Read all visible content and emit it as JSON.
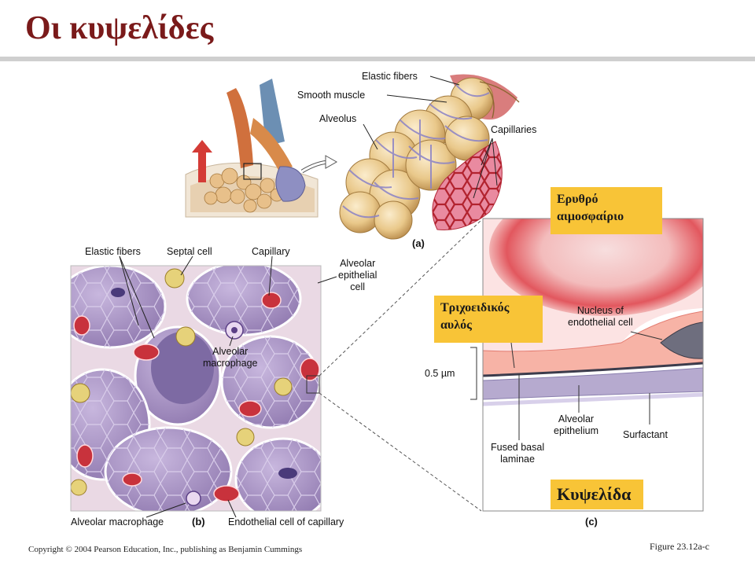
{
  "title": "Οι κυψελίδες",
  "panel_a": {
    "tag": "(a)",
    "labels": {
      "elastic_fibers": "Elastic fibers",
      "smooth_muscle": "Smooth muscle",
      "alveolus": "Alveolus",
      "capillaries": "Capillaries"
    }
  },
  "panel_b": {
    "tag": "(b)",
    "labels": {
      "elastic_fibers": "Elastic fibers",
      "septal_cell": "Septal cell",
      "capillary": "Capillary",
      "alveolar_epithelial_cell": "Alveolar\nepithelial\ncell",
      "alveolar_macrophage_center": "Alveolar\nmacrophage",
      "alveolar_macrophage_bottom": "Alveolar macrophage",
      "endothelial_cell": "Endothelial cell of capillary"
    }
  },
  "panel_c": {
    "tag": "(c)",
    "labels": {
      "nucleus": "Nucleus of\nendothelial cell",
      "scale": "0.5 µm",
      "fused_basal_laminae": "Fused basal\nlaminae",
      "alveolar_epithelium": "Alveolar\nepithelium",
      "surfactant": "Surfactant"
    }
  },
  "callouts": {
    "red_blood_cell": "Ερυθρό\nαιμοσφαίριο",
    "capillary": "Τριχοειδικός\nαυλός",
    "alveolus": "Κυψελίδα"
  },
  "footer": {
    "copyright": "Copyright © 2004 Pearson Education, Inc., publishing as Benjamin Cummings",
    "figure": "Figure 23.12a-c"
  },
  "colors": {
    "title": "#7a1a1a",
    "callout_bg": "#f8c437",
    "alveolus_tan": "#e8c98a",
    "tissue_purple": "#a893c4",
    "capillary_red": "#c8323c"
  }
}
